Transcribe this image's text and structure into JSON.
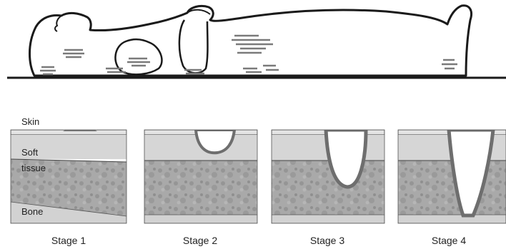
{
  "layer_labels": {
    "skin": "Skin",
    "soft_tissue_line1": "Soft",
    "soft_tissue_line2": "tissue",
    "bone": "Bone"
  },
  "stages": [
    {
      "label": "Stage 1"
    },
    {
      "label": "Stage 2"
    },
    {
      "label": "Stage 3"
    },
    {
      "label": "Stage 4"
    }
  ],
  "colors": {
    "outline": "#1a1a1a",
    "skin_band": "#d8d8d8",
    "muscle": "#a9a9a9",
    "muscle_speckle": "#8c8c8c",
    "bone": "#d2d2d2",
    "pressure_marks": "#7a7a7a",
    "wound_edge": "#6e6e6e"
  }
}
